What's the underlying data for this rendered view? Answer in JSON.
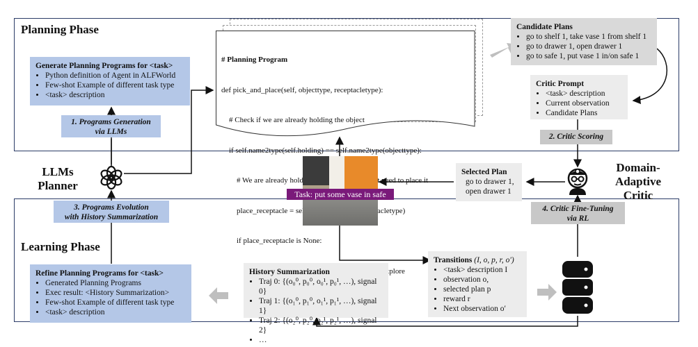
{
  "planning_phase": {
    "title": "Planning Phase"
  },
  "learning_phase": {
    "title": "Learning Phase"
  },
  "generate_box": {
    "title": "Generate Planning Programs for <task>",
    "items": [
      "Python definition of Agent in ALFWorld",
      "Few-shot Example of different task type",
      "<task> description"
    ]
  },
  "step1": {
    "line1": "1. Programs Generation",
    "line2": "via LLMs"
  },
  "llm_planner": {
    "line1": "LLMs",
    "line2": "Planner"
  },
  "program": {
    "lines": [
      "# Planning Program",
      "def pick_and_place(self, objecttype, receptacletype):",
      "    # Check if we are already holding the object",
      "    if self.name2type(self.holding) == self.name2type(objecttype):",
      "        # We are already holding the object, so we just need to place it",
      "        place_receptacle = self.find_receptacle(receptacletype)",
      "        if place_receptacle is None:",
      "            # We can't find the receptacle, so we need to explore",
      "            ..."
    ]
  },
  "candidate_plans": {
    "title": "Candidate Plans",
    "items": [
      "go to shelf 1, take vase 1 from shelf 1",
      "go to drawer 1, open drawer 1",
      "go to safe 1, put vase 1 in/on safe 1"
    ]
  },
  "critic_prompt": {
    "title": "Critic Prompt",
    "items": [
      "<task> description",
      "Current observation",
      "Candidate Plans"
    ]
  },
  "step2": {
    "label": "2. Critic Scoring"
  },
  "domain_critic": {
    "line1": "Domain-",
    "line2": "Adaptive",
    "line3": "Critic"
  },
  "selected_plan": {
    "title": "Selected Plan",
    "items": [
      "go to drawer 1,",
      "open drawer 1"
    ]
  },
  "task_banner": "Task: put some vase in safe",
  "step3": {
    "line1": "3. Programs Evolution",
    "line2": "with History Summarization"
  },
  "step4": {
    "line1": "4. Critic Fine-Tuning",
    "line2": "via RL"
  },
  "refine_box": {
    "title": "Refine Planning Programs for <task>",
    "items": [
      "Generated Planning Programs",
      "Exec result: <History Summarization>",
      "Few-shot Example of different task type",
      "<task> description"
    ]
  },
  "history": {
    "title": "History Summarization",
    "items": [
      "Traj 0: {(o₀⁰, p₀⁰, o₀¹, p₀¹, …), signal 0}",
      "Traj 1: {(o₁⁰, p₁⁰, o₁¹, p₁¹, …), signal 1}",
      "Traj 2: {(o₂⁰, p₂⁰, o₂¹, p₂¹, …), signal 2}",
      "…"
    ]
  },
  "transitions": {
    "title": "Transitions",
    "tuple": "(I, o, p, r, o′)",
    "items": [
      "<task> description I",
      "observation o,",
      "selected plan p",
      "reward r",
      "Next observation o′"
    ]
  },
  "colors": {
    "blue": "#b4c7e7",
    "gray": "#d9d9d9",
    "banner": "#7a1a7a",
    "frame": "#2a3a66"
  }
}
